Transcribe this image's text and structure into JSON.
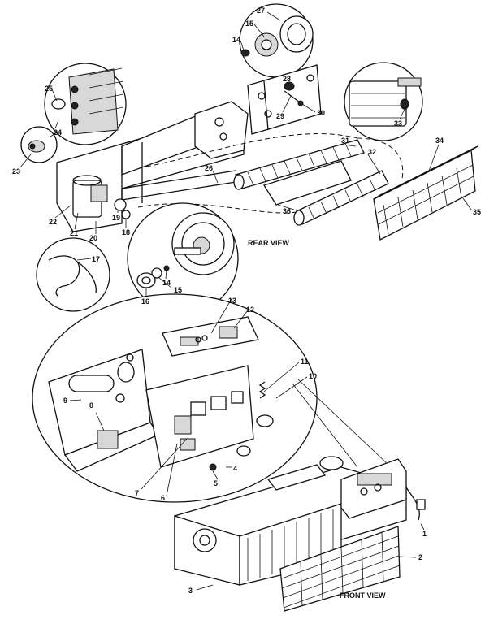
{
  "views": {
    "rear": "REAR VIEW",
    "front": "FRONT VIEW"
  },
  "callouts": [
    "1",
    "2",
    "3",
    "4",
    "5",
    "6",
    "7",
    "8",
    "9",
    "10",
    "11",
    "12",
    "13",
    "14",
    "15",
    "16",
    "17",
    "18",
    "19",
    "20",
    "21",
    "22",
    "23",
    "24",
    "25",
    "26",
    "27",
    "28",
    "29",
    "30",
    "31",
    "32",
    "33",
    "34",
    "35",
    "36"
  ]
}
